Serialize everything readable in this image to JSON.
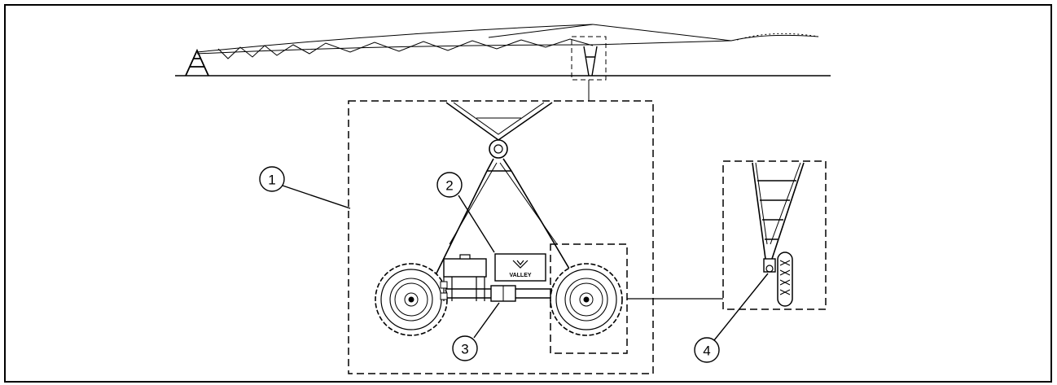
{
  "diagram": {
    "callouts": [
      {
        "id": "1",
        "label": "1"
      },
      {
        "id": "2",
        "label": "2"
      },
      {
        "id": "3",
        "label": "3"
      },
      {
        "id": "4",
        "label": "4"
      }
    ],
    "logo_text": "VALLEY",
    "colors": {
      "line": "#000000",
      "background": "#ffffff"
    }
  }
}
